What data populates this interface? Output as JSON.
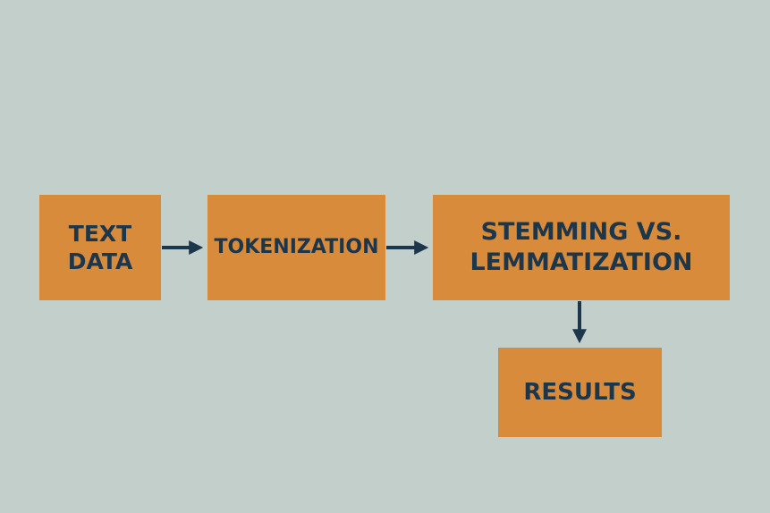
{
  "nodes": {
    "text_data": "TEXT\nDATA",
    "tokenization": "TOKENIZATION",
    "stemming": "STEMMING VS.\nLEMMATIZATION",
    "results": "RESULTS"
  },
  "colors": {
    "background": "#c2cfcb",
    "box": "#d98b3c",
    "text": "#1c374c"
  }
}
